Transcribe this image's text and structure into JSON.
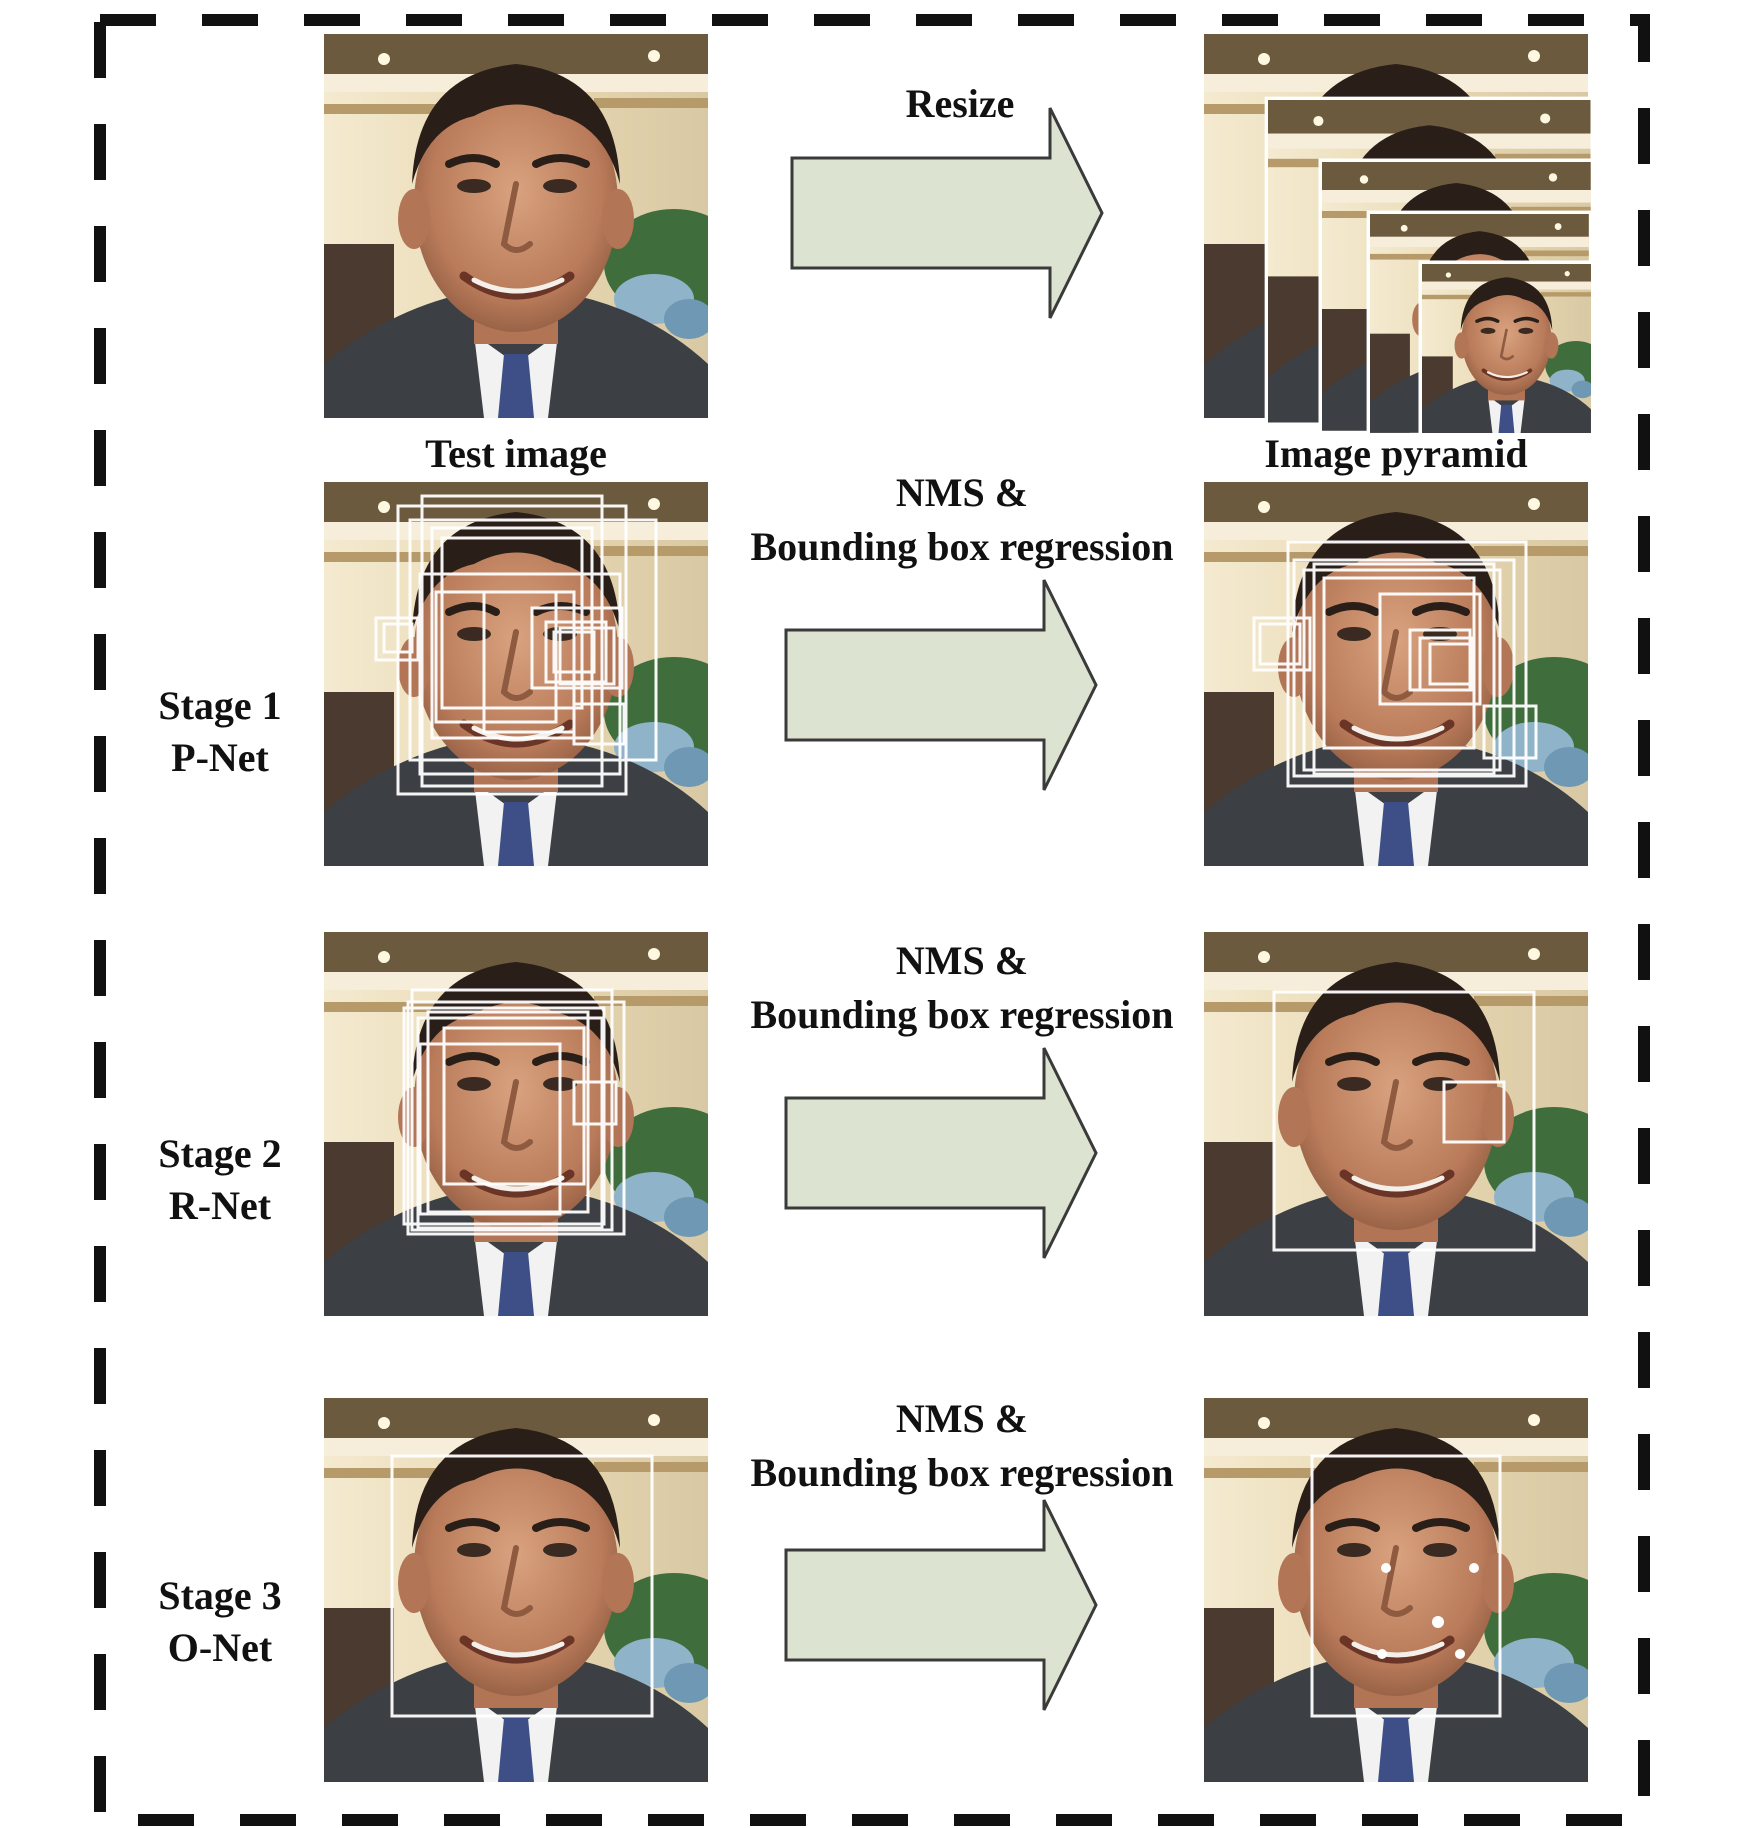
{
  "diagram": {
    "colors": {
      "frame_border": "#111111",
      "arrow_fill": "#dde3d1",
      "arrow_stroke": "#3a3a3a",
      "box_stroke": "#ffffff",
      "skin": "#c88f6e",
      "hair": "#2a1e18",
      "suit": "#3c3f44",
      "background_light": "#efe2c2",
      "background_green": "#3f6e3c"
    },
    "top_row": {
      "test_image_caption": "Test image",
      "resize_label": "Resize",
      "pyramid_caption": "Image pyramid"
    },
    "stages": [
      {
        "stage_label": "Stage 1",
        "net_label": "P-Net",
        "arrow_line1": "NMS &",
        "arrow_line2": "Bounding box regression"
      },
      {
        "stage_label": "Stage 2",
        "net_label": "R-Net",
        "arrow_line1": "NMS &",
        "arrow_line2": "Bounding box regression"
      },
      {
        "stage_label": "Stage 3",
        "net_label": "O-Net",
        "arrow_line1": "NMS &",
        "arrow_line2": "Bounding box regression"
      }
    ],
    "icons": {
      "face_photo": "face-photo-icon",
      "pyramid": "image-pyramid-icon",
      "arrow": "right-arrow-icon",
      "landmark": "landmark-point-icon"
    }
  }
}
